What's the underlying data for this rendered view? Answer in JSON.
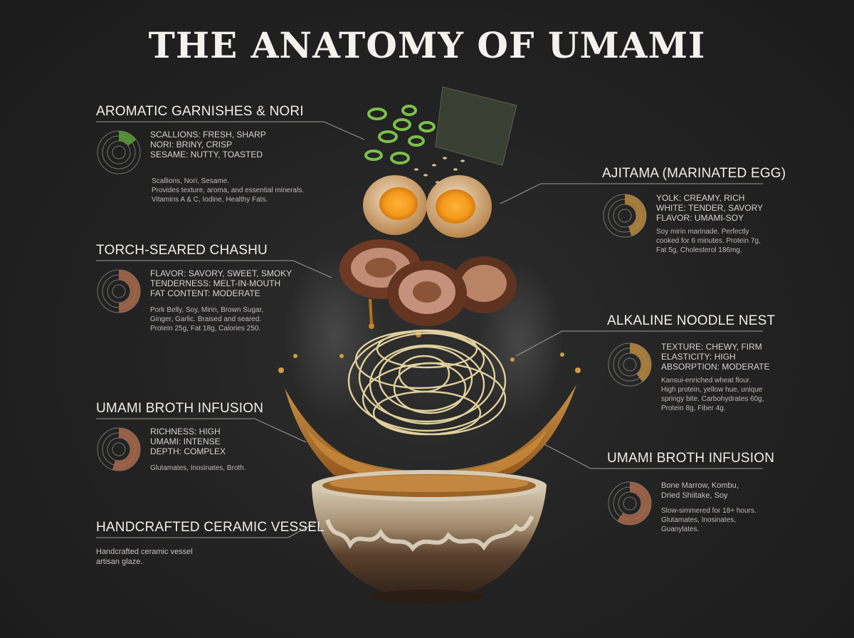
{
  "title": "THE ANATOMY OF UMAMI",
  "colors": {
    "accent_green": "#5f9e3c",
    "accent_gold": "#b98a3f",
    "accent_copper": "#a86a4a",
    "background": "#222222"
  },
  "panels": {
    "garnish": {
      "title": "AROMATIC GARNISHES & NORI",
      "stats": [
        "SCALLIONS: FRESH, SHARP",
        "NORI: BRINY, CRISP",
        "SESAME: NUTTY, TOASTED"
      ],
      "desc": [
        "Scallions, Nori, Sesame.",
        "Provides texture, aroma, and essential minerals.",
        "Vitamins A & C, Iodine, Healthy Fats."
      ],
      "icon": "ring-gauge-icon",
      "gauge": 0.15
    },
    "egg": {
      "title": "AJITAMA (MARINATED EGG)",
      "stats": [
        "YOLK: CREAMY, RICH",
        "WHITE: TENDER, SAVORY",
        "FLAVOR: UMAMI-SOY"
      ],
      "desc": [
        "Soy mirin marinade. Perfectly",
        "cooked for 6 minutes. Protein 7g,",
        "Fat 5g, Cholesterol 186mg."
      ],
      "icon": "ring-gauge-icon",
      "gauge": 0.45
    },
    "chashu": {
      "title": "TORCH-SEARED CHASHU",
      "stats": [
        "FLAVOR: SAVORY, SWEET, SMOKY",
        "TENDERNESS: MELT-IN-MOUTH",
        "FAT CONTENT: MODERATE"
      ],
      "desc": [
        "Pork Belly, Soy, Mirin, Brown Sugar,",
        "Ginger, Garlic. Braised and seared.",
        "Protein 25g, Fat 18g, Calories 250."
      ],
      "icon": "ring-gauge-icon",
      "gauge": 0.5
    },
    "noodle": {
      "title": "ALKALINE NOODLE NEST",
      "stats": [
        "TEXTURE: CHEWY, FIRM",
        "ELASTICITY: HIGH",
        "ABSORPTION: MODERATE"
      ],
      "desc": [
        "Kansui-enriched wheat flour.",
        "High protein, yellow hue, unique",
        "springy bite. Carbohydrates 60g,",
        "Protein 8g, Fiber 4g."
      ],
      "icon": "ring-gauge-icon",
      "gauge": 0.4
    },
    "broth_left": {
      "title": "UMAMI BROTH INFUSION",
      "stats": [
        "RICHNESS: HIGH",
        "UMAMI: INTENSE",
        "DEPTH: COMPLEX"
      ],
      "desc": [
        "Glutamates, Inosinates, Broth."
      ],
      "icon": "ring-gauge-icon",
      "gauge": 0.55
    },
    "broth_right": {
      "title": "UMAMI BROTH INFUSION",
      "stats": [
        "Bone Marrow, Kombu,",
        "Dried Shiitake, Soy"
      ],
      "desc": [
        "Slow-simmered for 18+ hours.",
        "Glutamates, Inosinates,",
        "Guanylates."
      ],
      "icon": "ring-gauge-icon",
      "gauge": 0.6
    },
    "vessel": {
      "title": "HANDCRAFTED CERAMIC VESSEL",
      "desc": [
        "Handcrafted ceramic vessel",
        "artisan glaze."
      ]
    }
  }
}
